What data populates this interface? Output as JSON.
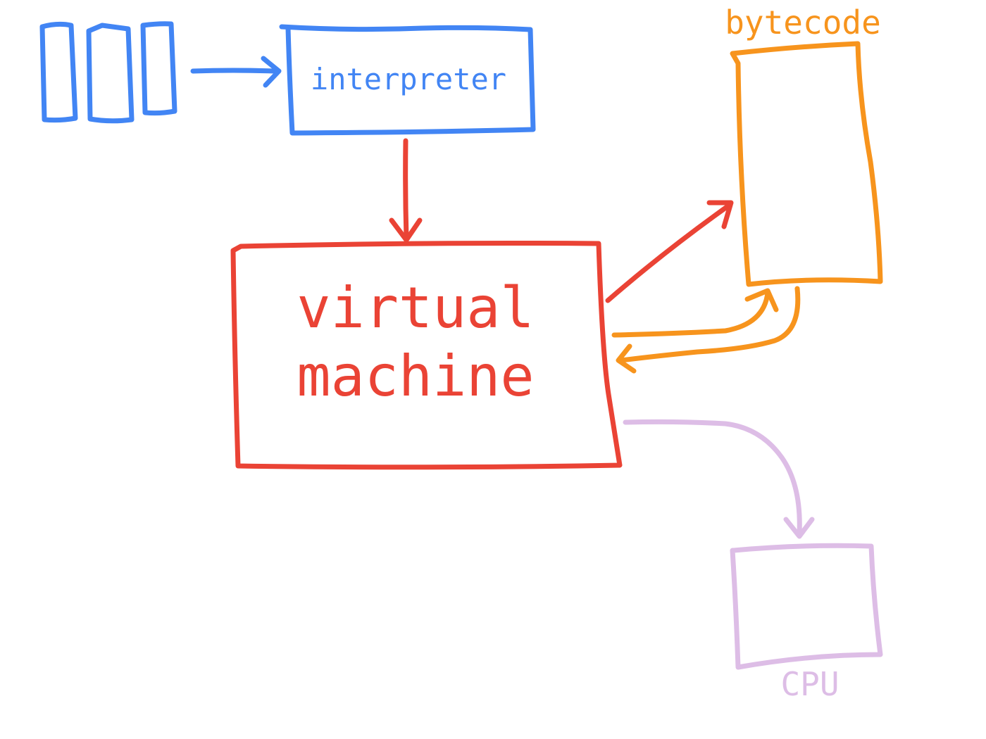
{
  "labels": {
    "interpreter": "interpreter",
    "vm_line1": "virtual",
    "vm_line2": "machine",
    "bytecode": "bytecode",
    "cpu": "CPU"
  },
  "colors": {
    "blue": "#4285F4",
    "red": "#EA4335",
    "orange": "#F7941D",
    "lavender": "#DDBDE6",
    "background": "#FFFFFF"
  }
}
